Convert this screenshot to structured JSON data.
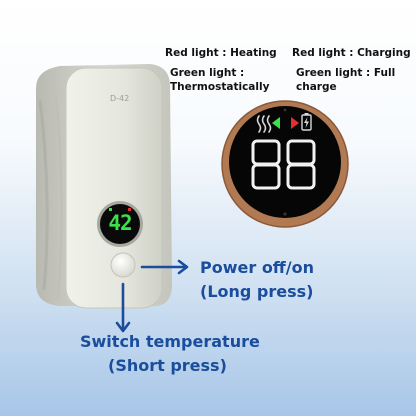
{
  "labels": {
    "red_heating": "Red light : Heating",
    "green_thermo_line1": "Green light :",
    "green_thermo_line2": "Thermostatically",
    "red_charging": "Red light : Charging",
    "green_full_line1": "Green light : Full",
    "green_full_line2": "charge",
    "power_line1": "Power off/on",
    "power_line2": "(Long press)",
    "switch_line1": "Switch temperature",
    "switch_line2": "(Short press)"
  },
  "device": {
    "logo": "D-42",
    "display_digits": "42",
    "zoom_digits": "88"
  },
  "colors": {
    "label_blue": "#1a4d9c",
    "digit_green": "#3ee04a",
    "indicator_red": "#e23030",
    "bezel_copper": "#b27a52",
    "device_body": "#e4e5dc",
    "strap": "#cfcfc6"
  }
}
